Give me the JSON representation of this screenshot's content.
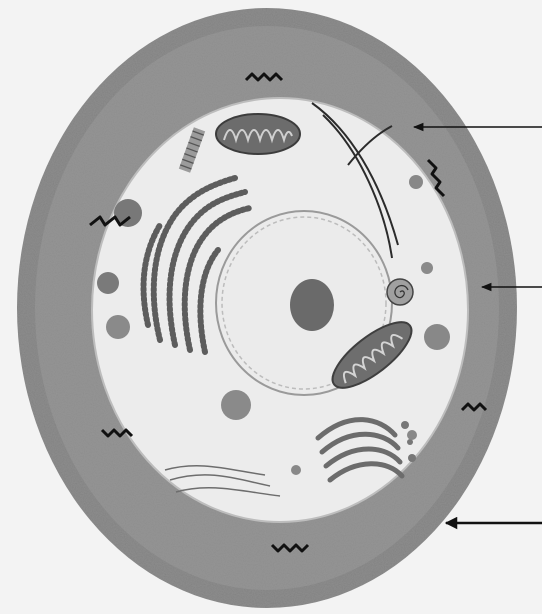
{
  "diagram": {
    "palette": {
      "background": "#f3f3f3",
      "outer_wall": "#8e8e8e",
      "outer_wall_light": "#b9b9b9",
      "cytoplasm": "#f0f0f0",
      "organelle_dark": "#5a5a5a",
      "organelle_mid": "#7d7d7d",
      "organelle_light": "#a9a9a9",
      "nucleus_fill": "#e9e9e9",
      "ink": "#111111"
    },
    "pointer_arrows": [
      {
        "target": "cell-membrane",
        "style": "thin"
      },
      {
        "target": "cytoplasm",
        "style": "thin"
      },
      {
        "target": "cell-wall",
        "style": "bold"
      }
    ],
    "icons": [
      "leader-arrow",
      "wavy-granule",
      "spiral-granule"
    ]
  }
}
